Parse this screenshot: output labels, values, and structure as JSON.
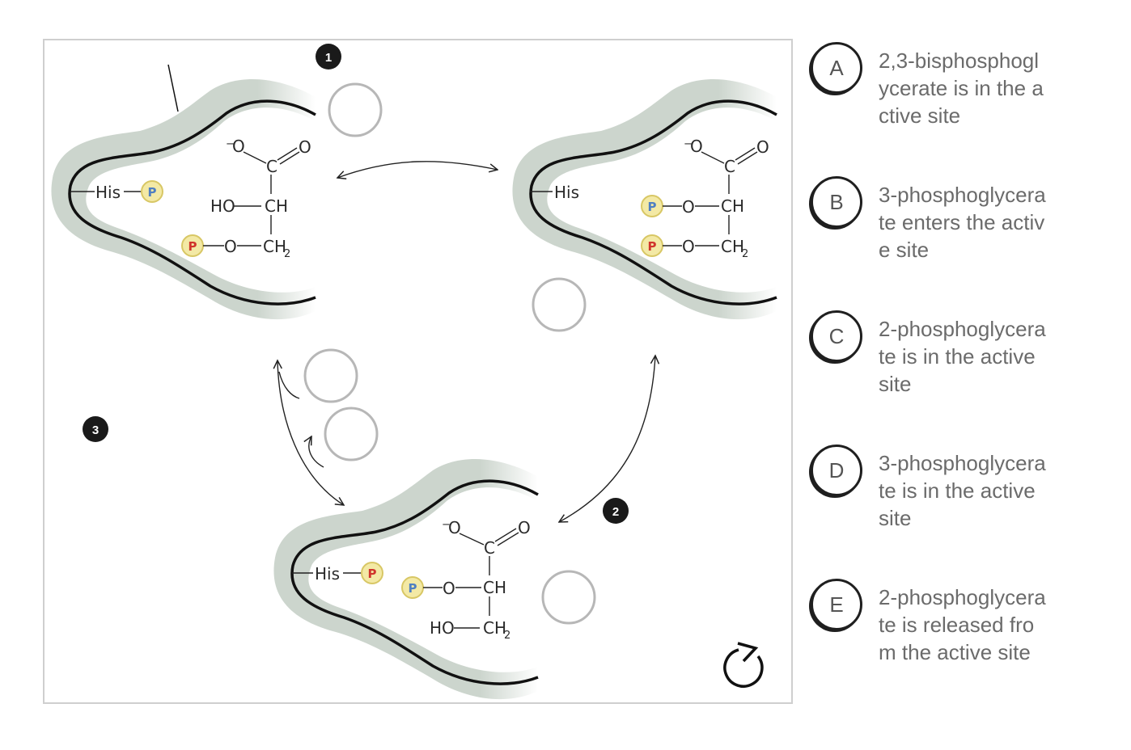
{
  "diagram": {
    "molecules": {
      "top_left": {
        "his": "His",
        "his_p": "P",
        "carboxylate_o_minus": "−O",
        "carbon": "C",
        "carbonyl_o": "O",
        "row2_left": "HO",
        "row2_c": "CH",
        "row3_p": "P",
        "row3_o": "O",
        "row3_c": "CH",
        "row3_sub": "2"
      },
      "top_right": {
        "his": "His",
        "carboxylate_o_minus": "−O",
        "carbon": "C",
        "carbonyl_o": "O",
        "row2_p": "P",
        "row2_o": "O",
        "row2_c": "CH",
        "row3_p": "P",
        "row3_o": "O",
        "row3_c": "CH",
        "row3_sub": "2"
      },
      "bottom": {
        "his": "His",
        "his_p": "P",
        "carboxylate_o_minus": "−O",
        "carbon": "C",
        "carbonyl_o": "O",
        "row2_p": "P",
        "row2_o": "O",
        "row2_c": "CH",
        "row3_left": "HO",
        "row3_c": "CH",
        "row3_sub": "2"
      }
    },
    "steps": [
      "1",
      "2",
      "3"
    ],
    "phosphate_colors": {
      "blue": "#4f7fc2",
      "red": "#d0342c",
      "fill": "#f3e9a5",
      "ring": "#d8c765"
    },
    "enzyme_colors": {
      "surface": "#ccd5cd",
      "outline": "#111111"
    }
  },
  "reset_icon": "refresh-icon",
  "options": [
    {
      "letter": "A",
      "text": "2,3-bisphosphoglycerate is in the active site"
    },
    {
      "letter": "B",
      "text": "3-phosphoglycerate enters the active site"
    },
    {
      "letter": "C",
      "text": "2-phosphoglycerate is in the active site"
    },
    {
      "letter": "D",
      "text": "3-phosphoglycerate is in the active site"
    },
    {
      "letter": "E",
      "text": "2-phosphoglycerate is released from the active site"
    }
  ]
}
